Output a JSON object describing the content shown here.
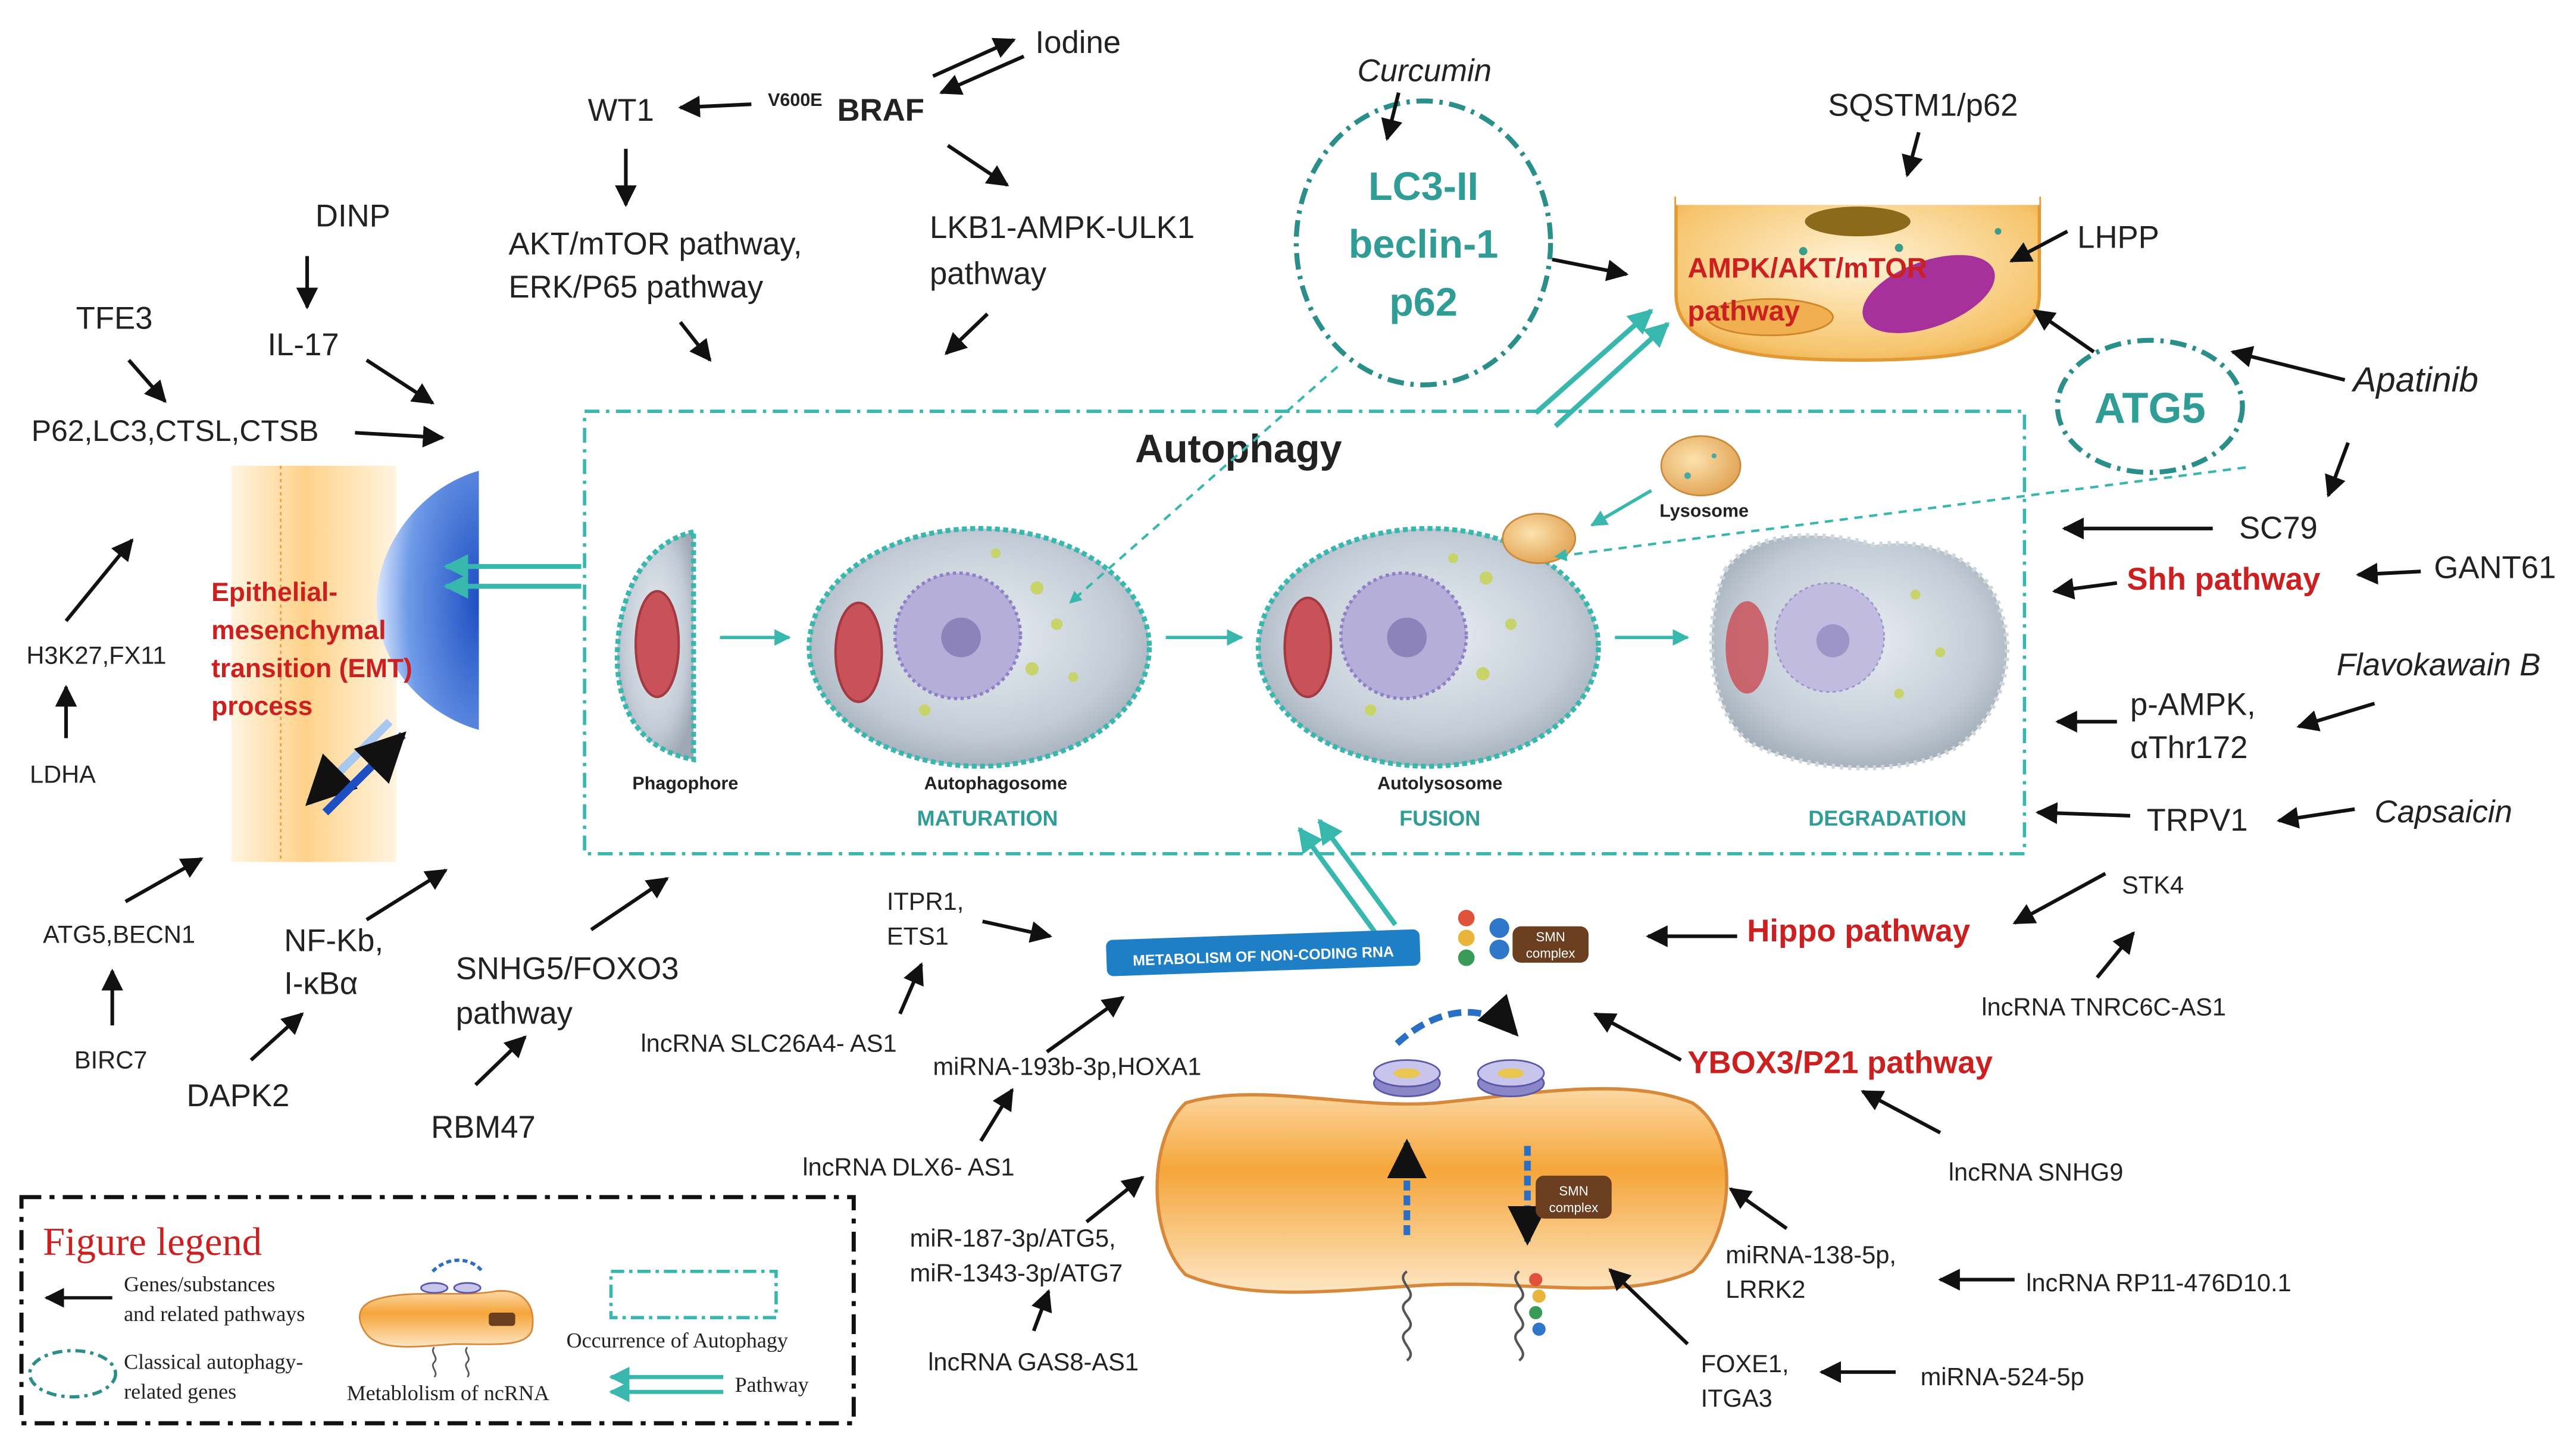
{
  "colors": {
    "teal": "#37b7ae",
    "teal_dark": "#2a8f8a",
    "pathway_red": "#cc1f1f",
    "text": "#222222",
    "orange": "#f5a53a",
    "blue": "#2f6fd6"
  },
  "center": {
    "title": "Autophagy",
    "stages": {
      "phagophore": "Phagophore",
      "autophagosome": "Autophagosome",
      "autolysosome": "Autolysosome",
      "lysosome": "Lysosome"
    },
    "phases": {
      "maturation": "MATURATION",
      "fusion": "FUSION",
      "degradation": "DEGRADATION"
    }
  },
  "classic_genes": {
    "lc3": "LC3-II",
    "beclin": "beclin-1",
    "p62": "p62",
    "atg5": "ATG5"
  },
  "cell": {
    "pathway_line1": "AMPK/AKT/mTOR",
    "pathway_line2": "pathway"
  },
  "emt": {
    "line1": "Epithelial-",
    "line2": "mesenchymal",
    "line3": "transition (EMT)",
    "line4": "process"
  },
  "ncrna": {
    "banner": "METABOLISM OF NON-CODING RNA",
    "smn_l1": "SMN",
    "smn_l2": "complex"
  },
  "labels": {
    "iodine": "Iodine",
    "braf_sup": "V600E",
    "braf": "BRAF",
    "wt1": "WT1",
    "curcumin": "Curcumin",
    "sqstm1": "SQSTM1/p62",
    "lhpp": "LHPP",
    "dinp": "DINP",
    "il17": "IL-17",
    "tfe3": "TFE3",
    "p62_group": "P62,LC3,CTSL,CTSB",
    "akt_l1": "AKT/mTOR pathway,",
    "akt_l2": "ERK/P65 pathway",
    "lkb1_l1": "LKB1-AMPK-ULK1",
    "lkb1_l2": "pathway",
    "apatinib": "Apatinib",
    "sc79": "SC79",
    "shh": "Shh pathway",
    "gant61": "GANT61",
    "flavokawain": "Flavokawain B",
    "pampk_l1": "p-AMPK,",
    "pampk_l2": "αThr172",
    "trpv1": "TRPV1",
    "capsaicin": "Capsaicin",
    "h3k27": "H3K27,FX11",
    "ldha": "LDHA",
    "atg5_becn1": "ATG5,BECN1",
    "birc7": "BIRC7",
    "nfkb_l1": "NF-Kb,",
    "nfkb_l2": "I-κBα",
    "dapk2": "DAPK2",
    "snhg5_l1": "SNHG5/FOXO3",
    "snhg5_l2": "pathway",
    "rbm47": "RBM47",
    "itpr1_l1": "ITPR1,",
    "itpr1_l2": "ETS1",
    "slc26a4": "lncRNA SLC26A4- AS1",
    "mir193": "miRNA-193b-3p,HOXA1",
    "dlx6": "lncRNA DLX6- AS1",
    "mir187_l1": "miR-187-3p/ATG5,",
    "mir187_l2": "miR-1343-3p/ATG7",
    "gas8": "lncRNA GAS8-AS1",
    "stk4": "STK4",
    "hippo": "Hippo pathway",
    "tnrc6c": "lncRNA TNRC6C-AS1",
    "ybox3": "YBOX3/P21 pathway",
    "snhg9": "lncRNA SNHG9",
    "mir138_l1": "miRNA-138-5p,",
    "mir138_l2": "LRRK2",
    "rp11": "lncRNA RP11-476D10.1",
    "foxe1_l1": "FOXE1,",
    "foxe1_l2": "ITGA3",
    "mir524": "miRNA-524-5p"
  },
  "legend": {
    "title": "Figure legend",
    "genes_l1": "Genes/substances",
    "genes_l2": "and related pathways",
    "classic_l1": "Classical autophagy-",
    "classic_l2": "related genes",
    "metab": "Metablolism of ncRNA",
    "occurrence": "Occurrence of Autophagy",
    "pathway": "Pathway"
  }
}
